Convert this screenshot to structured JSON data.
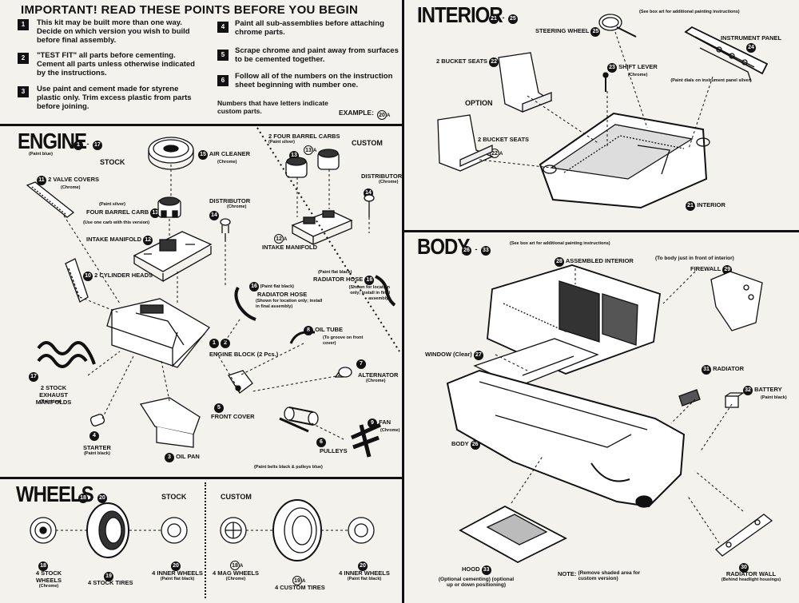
{
  "header": {
    "title": "IMPORTANT!  READ THESE POINTS BEFORE YOU BEGIN",
    "steps": [
      {
        "n": "1",
        "text": "This kit may be built more than one way. Decide on which version you wish to build before final assembly."
      },
      {
        "n": "2",
        "text": "\"TEST FIT\" all parts before cementing. Cement all parts unless otherwise indicated by the instructions."
      },
      {
        "n": "3",
        "text": "Use paint and cement made for styrene plastic only. Trim excess plastic from parts before joining."
      },
      {
        "n": "4",
        "text": "Paint all sub-assemblies before attaching chrome parts."
      },
      {
        "n": "5",
        "text": "Scrape chrome and paint away from surfaces to be cemented together."
      },
      {
        "n": "6",
        "text": "Follow all of the numbers on the instruction sheet beginning with number one."
      }
    ],
    "custom_note": "Numbers that have letters indicate custom parts.",
    "example_label": "EXAMPLE:",
    "example_num": "20"
  },
  "engine": {
    "heading": "ENGINE",
    "range_from": "1",
    "range_to": "17",
    "paint": "(Paint blue)",
    "stock_label": "STOCK",
    "custom_label": "CUSTOM",
    "parts": {
      "air_cleaner": {
        "n": "15",
        "name": "AIR CLEANER",
        "note": "(Chrome)"
      },
      "valve_covers": {
        "n": "11",
        "name": "2 VALVE COVERS",
        "note": "(Chrome)"
      },
      "carb": {
        "n": "13",
        "paint": "(Paint silver)",
        "name": "FOUR BARREL CARB",
        "note": "(Use one carb with this version)"
      },
      "distributor_stock": {
        "n": "14",
        "name": "DISTRIBUTOR",
        "note": "(Chrome)"
      },
      "intake_stock": {
        "n": "12",
        "name": "INTAKE MANIFOLD"
      },
      "heads": {
        "n": "10",
        "name": "2 CYLINDER HEADS"
      },
      "hose_stock": {
        "n": "16",
        "paint": "(Paint flat black)",
        "name": "RADIATOR HOSE",
        "note": "(Shown for location only; install in final assembly)"
      },
      "block": {
        "n1": "1",
        "n2": "2",
        "name": "ENGINE BLOCK (2 Pcs.)"
      },
      "oil_tube": {
        "n": "8",
        "name": "OIL TUBE",
        "note": "(To groove on front cover)"
      },
      "exhaust": {
        "n": "17",
        "name": "2 STOCK EXHAUST MANIFOLDS",
        "note": "(Paint tan)"
      },
      "alternator": {
        "n": "7",
        "name": "ALTERNATOR",
        "note": "(Chrome)"
      },
      "front_cover": {
        "n": "5",
        "name": "FRONT COVER"
      },
      "fan": {
        "n": "9",
        "name": "FAN",
        "note": "(Chrome)"
      },
      "starter": {
        "n": "4",
        "name": "STARTER",
        "note": "(Paint black)"
      },
      "oil_pan": {
        "n": "3",
        "name": "OIL PAN"
      },
      "pulleys": {
        "n": "6",
        "name": "PULLEYS"
      },
      "belts_note": "(Paint belts black & pulleys blue)",
      "carbs_custom": {
        "n": "13",
        "name": "2 FOUR BARREL CARBS",
        "paint": "(Paint silver)"
      },
      "distributor_custom": {
        "n": "14",
        "name": "DISTRIBUTOR",
        "note": "(Chrome)"
      },
      "intake_custom": {
        "n": "12",
        "name": "INTAKE MANIFOLD"
      },
      "hose_custom": {
        "n": "16",
        "paint": "(Paint flat black)",
        "name": "RADIATOR HOSE",
        "note": "(Shown for location only; install in final assembly)"
      }
    }
  },
  "wheels": {
    "heading": "WHEELS",
    "range_from": "18",
    "range_to": "20",
    "stock_label": "STOCK",
    "custom_label": "CUSTOM",
    "parts": [
      {
        "n": "18",
        "name": "4 STOCK WHEELS",
        "note": "(Chrome)"
      },
      {
        "n": "19",
        "name": "4 STOCK TIRES",
        "note": ""
      },
      {
        "n": "20",
        "name": "4 INNER WHEELS",
        "note": "(Paint flat black)"
      },
      {
        "n": "18",
        "name": "4 MAG WHEELS",
        "note": "(Chrome)"
      },
      {
        "n": "19",
        "name": "4 CUSTOM TIRES",
        "note": ""
      },
      {
        "n": "20",
        "name": "4 INNER WHEELS",
        "note": "(Paint flat black)"
      }
    ]
  },
  "interior": {
    "heading": "INTERIOR",
    "range_from": "21",
    "range_to": "25",
    "box_note": "(See box art for additional painting instructions)",
    "parts": {
      "steering": {
        "n": "25",
        "name": "STEERING WHEEL"
      },
      "panel": {
        "n": "24",
        "name": "INSTRUMENT PANEL",
        "note": "(Paint dials on instrument panel silver)"
      },
      "seats": {
        "n": "22",
        "name": "2 BUCKET SEATS"
      },
      "shift": {
        "n": "23",
        "name": "SHIFT LEVER",
        "note": "(Chrome)"
      },
      "option": "OPTION",
      "seats_custom": {
        "n": "22",
        "name": "2 BUCKET SEATS"
      },
      "tub": {
        "n": "21",
        "name": "INTERIOR"
      }
    }
  },
  "body": {
    "heading": "BODY",
    "range_from": "26",
    "range_to": "33",
    "box_note": "(See box art for additional painting instructions)",
    "parts": {
      "assembled": {
        "n": "28",
        "name": "ASSEMBLED INTERIOR"
      },
      "firewall": {
        "n": "29",
        "name": "FIREWALL",
        "note": "(To body just in front of interior)"
      },
      "window": {
        "n": "27",
        "name": "WINDOW (Clear)"
      },
      "radiator": {
        "n": "31",
        "name": "RADIATOR"
      },
      "battery": {
        "n": "32",
        "name": "BATTERY",
        "note": "(Paint black)"
      },
      "body": {
        "n": "26",
        "name": "BODY"
      },
      "hood": {
        "n": "33",
        "name": "HOOD",
        "note": "(Optional cementing) (optional up or down positioning)"
      },
      "radiator_wall": {
        "n": "30",
        "name": "RADIATOR WALL",
        "note": "(Behind headlight housings)"
      },
      "note_label": "NOTE:",
      "note_text": "(Remove shaded area for custom version)"
    }
  }
}
